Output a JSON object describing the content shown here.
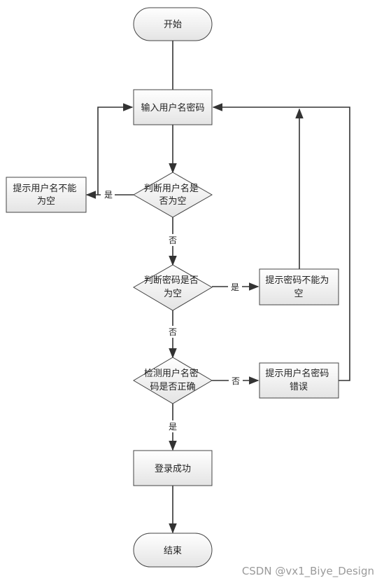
{
  "nodes": {
    "start": "开始",
    "input": "输入用户名密码",
    "check_user": [
      "判断用户名是",
      "否为空"
    ],
    "prompt_user": [
      "提示用户名不能",
      "为空"
    ],
    "check_pass": [
      "判断密码是否",
      "为空"
    ],
    "prompt_pass": [
      "提示密码不能为",
      "空"
    ],
    "check_auth": [
      "检测用户名密",
      "码是否正确"
    ],
    "prompt_auth": [
      "提示用户名密码",
      "错误"
    ],
    "success": "登录成功",
    "end": "结束"
  },
  "edge_labels": {
    "user_yes": "是",
    "user_no": "否",
    "pass_yes": "是",
    "pass_no": "否",
    "auth_no": "否",
    "auth_yes": "是"
  },
  "watermark": "CSDN @vx1_Biye_Design"
}
